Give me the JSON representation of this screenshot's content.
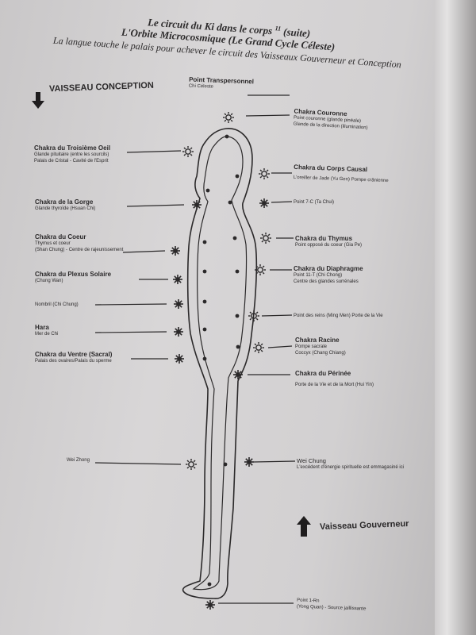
{
  "header": {
    "title": "Le circuit du Ki dans le corps",
    "superscript": "11",
    "title_suffix": "(suite)",
    "subtitle": "L'Orbite Microcosmique (Le Grand Cycle Céleste)",
    "intro": "La langue touche le palais pour achever le circuit des Vaisseaux Gouverneur et Conception"
  },
  "top": {
    "vaisseau_conception": "VAISSEAU CONCEPTION",
    "point_transpersonnel": "Point Transpersonnel",
    "point_transpersonnel_sub": "Chi Céleste"
  },
  "left": {
    "oeil_title": "Chakra du Troisième Oeil",
    "oeil_l1": "Glande pituitaire (entre les sourcils)",
    "oeil_l2": "Palais de Cristal - Cavité de l'Esprit",
    "gorge_title": "Chakra de la Gorge",
    "gorge_l1": "Glande thyroïde (Hsuan Chi)",
    "coeur_title": "Chakra du Coeur",
    "coeur_l1": "Thymus et coeur",
    "coeur_l2": "(Shan Chung) - Centre de rajeunissement",
    "plexus_title": "Chakra du Plexus Solaire",
    "plexus_l1": "(Chung Wan)",
    "nombril": "Nombril (Chi Chung)",
    "hara_title": "Hara",
    "hara_l1": "Mer de Chi",
    "ventre_title": "Chakra du Ventre (Sacral)",
    "ventre_l1": "Palais des ovaires/Palais du sperme",
    "weizhong": "Wei Zhong"
  },
  "right": {
    "couronne_title": "Chakra Couronne",
    "couronne_l1": "Point couronne (glande pinéale)",
    "couronne_l2": "Glande de la direction (illumination)",
    "causal_title": "Chakra du Corps Causal",
    "causal_l1": "L'oreiller de Jade (Yu Gen) Pompe crânienne",
    "point7c": "Point 7-C (Ta Chui)",
    "thymus_title": "Chakra du Thymus",
    "thymus_l1": "Point opposé du coeur (Gia Pe)",
    "diaph_title": "Chakra du Diaphragme",
    "diaph_l1": "Point 11-T (Chi Chong)",
    "diaph_l2": "Centre des glandes surrénales",
    "reins": "Point des reins (Ming Men) Porte de la Vie",
    "racine_title": "Chakra Racine",
    "racine_l1": "Pompe sacrale",
    "racine_l2": "Coccyx (Chang Chiang)",
    "perinee_title": "Chakra du Périnée",
    "perinee_l1": "Porte de la Vie et de la Mort (Hui Yin)",
    "weichung_title": "Wei Chung",
    "weichung_l1": "L'excédent d'énergie spirituelle est emmagasiné ici",
    "gouverneur": "Vaisseau Gouverneur",
    "point1rn_title": "Point 1-Rn",
    "point1rn_l1": "(Yong Quan) - Source jaillissante"
  },
  "icon_names": [
    "arrow-down-icon",
    "arrow-up-icon",
    "sun-point-icon",
    "star-point-icon"
  ]
}
